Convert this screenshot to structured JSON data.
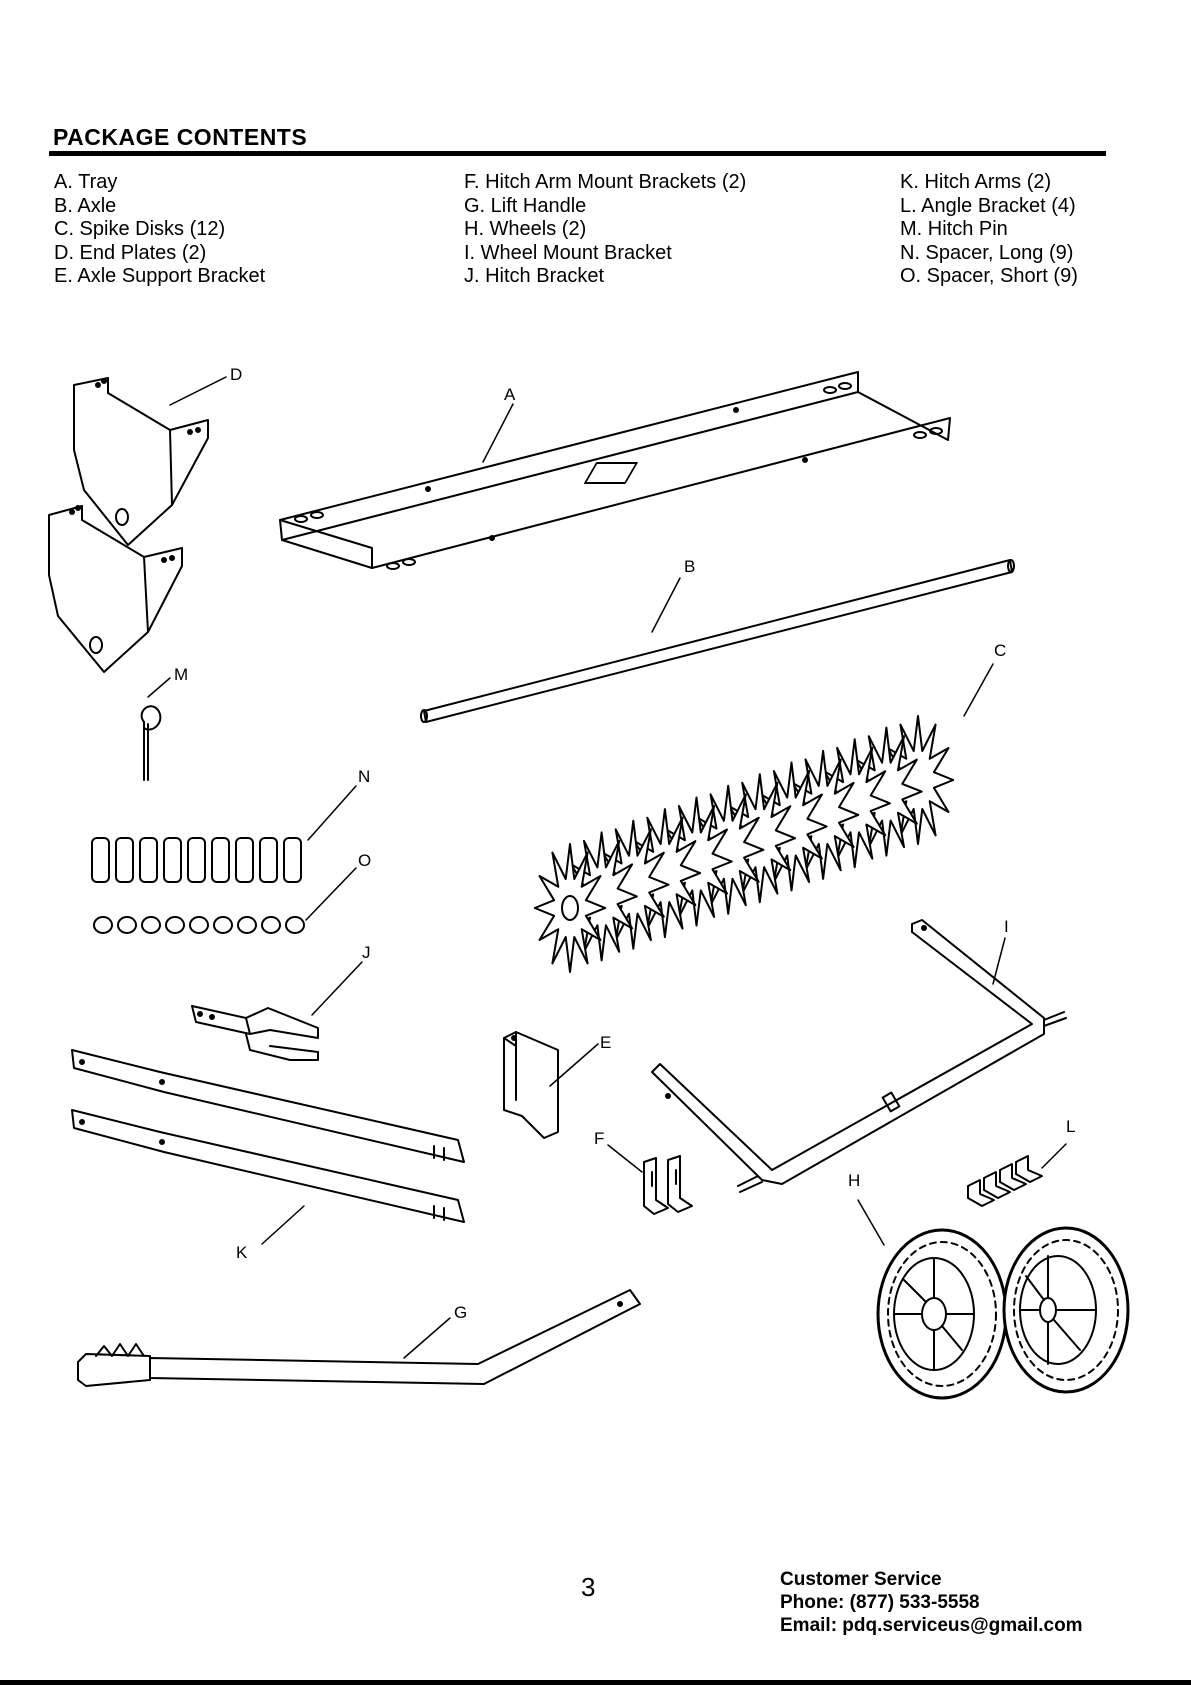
{
  "header": {
    "title": "PACKAGE CONTENTS"
  },
  "parts": {
    "column1": [
      "A. Tray",
      "B. Axle",
      "C. Spike Disks (12)",
      "D. End Plates (2)",
      "E. Axle Support Bracket"
    ],
    "column2": [
      "F.  Hitch Arm Mount Brackets (2)",
      "G. Lift Handle",
      "H. Wheels (2)",
      "I.  Wheel Mount Bracket",
      "J.  Hitch Bracket"
    ],
    "column3": [
      "K. Hitch Arms (2)",
      "L. Angle Bracket (4)",
      "M. Hitch Pin",
      "N. Spacer, Long (9)",
      "O. Spacer, Short (9)"
    ]
  },
  "callouts": [
    "A",
    "B",
    "C",
    "D",
    "E",
    "F",
    "G",
    "H",
    "I",
    "J",
    "K",
    "L",
    "M",
    "N",
    "O"
  ],
  "footer": {
    "page_number": "3",
    "service_title": "Customer Service",
    "phone": "Phone: (877) 533-5558",
    "email": "Email: pdq.serviceus@gmail.com"
  }
}
